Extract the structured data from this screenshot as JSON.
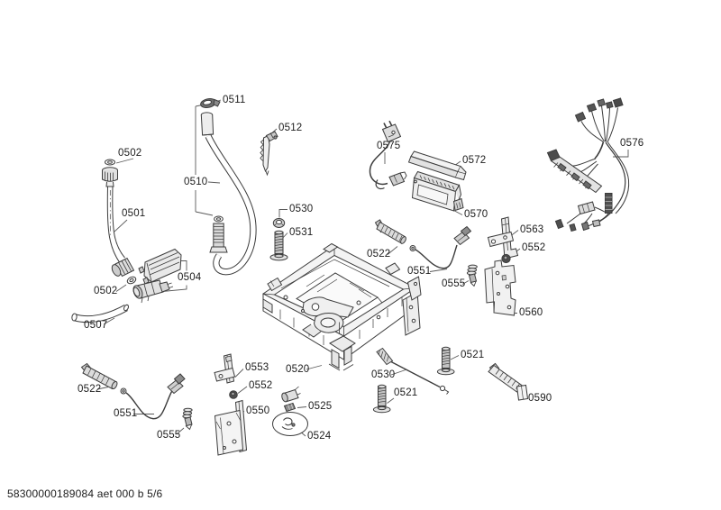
{
  "page": {
    "footer_code": "58300000189084 aet 000 b 5/6"
  },
  "labels": [
    {
      "text": "0511"
    },
    {
      "text": "0512"
    },
    {
      "text": "0502"
    },
    {
      "text": "0510"
    },
    {
      "text": "0501"
    },
    {
      "text": "0530"
    },
    {
      "text": "0531"
    },
    {
      "text": "0575"
    },
    {
      "text": "0572"
    },
    {
      "text": "0570"
    },
    {
      "text": "0576"
    },
    {
      "text": "0522"
    },
    {
      "text": "0551"
    },
    {
      "text": "0555"
    },
    {
      "text": "0563"
    },
    {
      "text": "0552"
    },
    {
      "text": "0560"
    },
    {
      "text": "0502"
    },
    {
      "text": "0504"
    },
    {
      "text": "0507"
    },
    {
      "text": "0520"
    },
    {
      "text": "0553"
    },
    {
      "text": "0552"
    },
    {
      "text": "0550"
    },
    {
      "text": "0525"
    },
    {
      "text": "0524"
    },
    {
      "text": "0522"
    },
    {
      "text": "0551"
    },
    {
      "text": "0555"
    },
    {
      "text": "0521"
    },
    {
      "text": "0530"
    },
    {
      "text": "0521"
    },
    {
      "text": "0590"
    }
  ]
}
